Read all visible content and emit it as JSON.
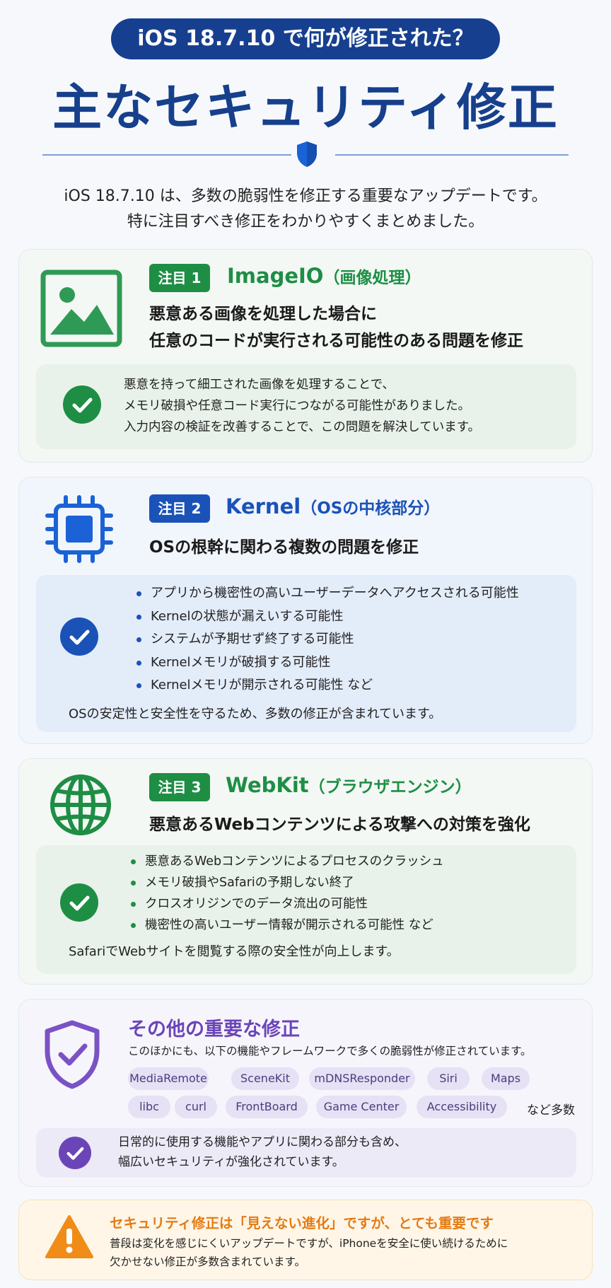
{
  "header": {
    "pill": "iOS 18.7.10 で何が修正された？",
    "title": "主なセキュリティ修正",
    "intro_line1": "iOS 18.7.10 は、多数の脆弱性を修正する重要なアップデートです。",
    "intro_line2": "特に注目すべき修正をわかりやすくまとめました。"
  },
  "sections": [
    {
      "badge": "注目 1",
      "name": "ImageIO",
      "name_sub": "（画像処理）",
      "headline_line1": "悪意ある画像を処理した場合に",
      "headline_line2": "任意のコードが実行される可能性のある問題を修正",
      "detail_lines": [
        "悪意を持って細工された画像を処理することで、",
        "メモリ破損や任意コード実行につながる可能性がありました。",
        "入力内容の検証を改善することで、この問題を解決しています。"
      ],
      "icon": "image-icon",
      "color": "#1e8e45"
    },
    {
      "badge": "注目 2",
      "name": "Kernel",
      "name_sub": "（OSの中核部分）",
      "headline_line1": "OSの根幹に関わる複数の問題を修正",
      "bullets": [
        "アプリから機密性の高いユーザーデータへアクセスされる可能性",
        "Kernelの状態が漏えいする可能性",
        "システムが予期せず終了する可能性",
        "Kernelメモリが破損する可能性",
        "Kernelメモリが開示される可能性 など"
      ],
      "footnote": "OSの安定性と安全性を守るため、多数の修正が含まれています。",
      "icon": "chip-icon",
      "color": "#1a52b8"
    },
    {
      "badge": "注目 3",
      "name": "WebKit",
      "name_sub": "（ブラウザエンジン）",
      "headline_line1": "悪意あるWebコンテンツによる攻撃への対策を強化",
      "bullets": [
        "悪意あるWebコンテンツによるプロセスのクラッシュ",
        "メモリ破損やSafariの予期しない終了",
        "クロスオリジンでのデータ流出の可能性",
        "機密性の高いユーザー情報が開示される可能性 など"
      ],
      "footnote": "SafariでWebサイトを閲覧する際の安全性が向上します。",
      "icon": "globe-icon",
      "color": "#1e8e45"
    }
  ],
  "others": {
    "title": "その他の重要な修正",
    "description": "このほかにも、以下の機能やフレームワークで多くの脆弱性が修正されています。",
    "chips": [
      "MediaRemote",
      "SceneKit",
      "mDNSResponder",
      "Siri",
      "Maps",
      "libc",
      "curl",
      "FrontBoard",
      "Game Center",
      "Accessibility"
    ],
    "etc": "など多数",
    "note_line1": "日常的に使用する機能やアプリに関わる部分も含め、",
    "note_line2": "幅広いセキュリティが強化されています。",
    "icon": "shield-check-icon",
    "color": "#6b45b8"
  },
  "warning": {
    "title": "セキュリティ修正は「見えない進化」ですが、とても重要です",
    "line1": "普段は変化を感じにくいアップデートですが、iPhoneを安全に使い続けるために",
    "line2": "欠かせない修正が多数含まれています。",
    "icon": "warning-icon",
    "color": "#f08c17"
  }
}
